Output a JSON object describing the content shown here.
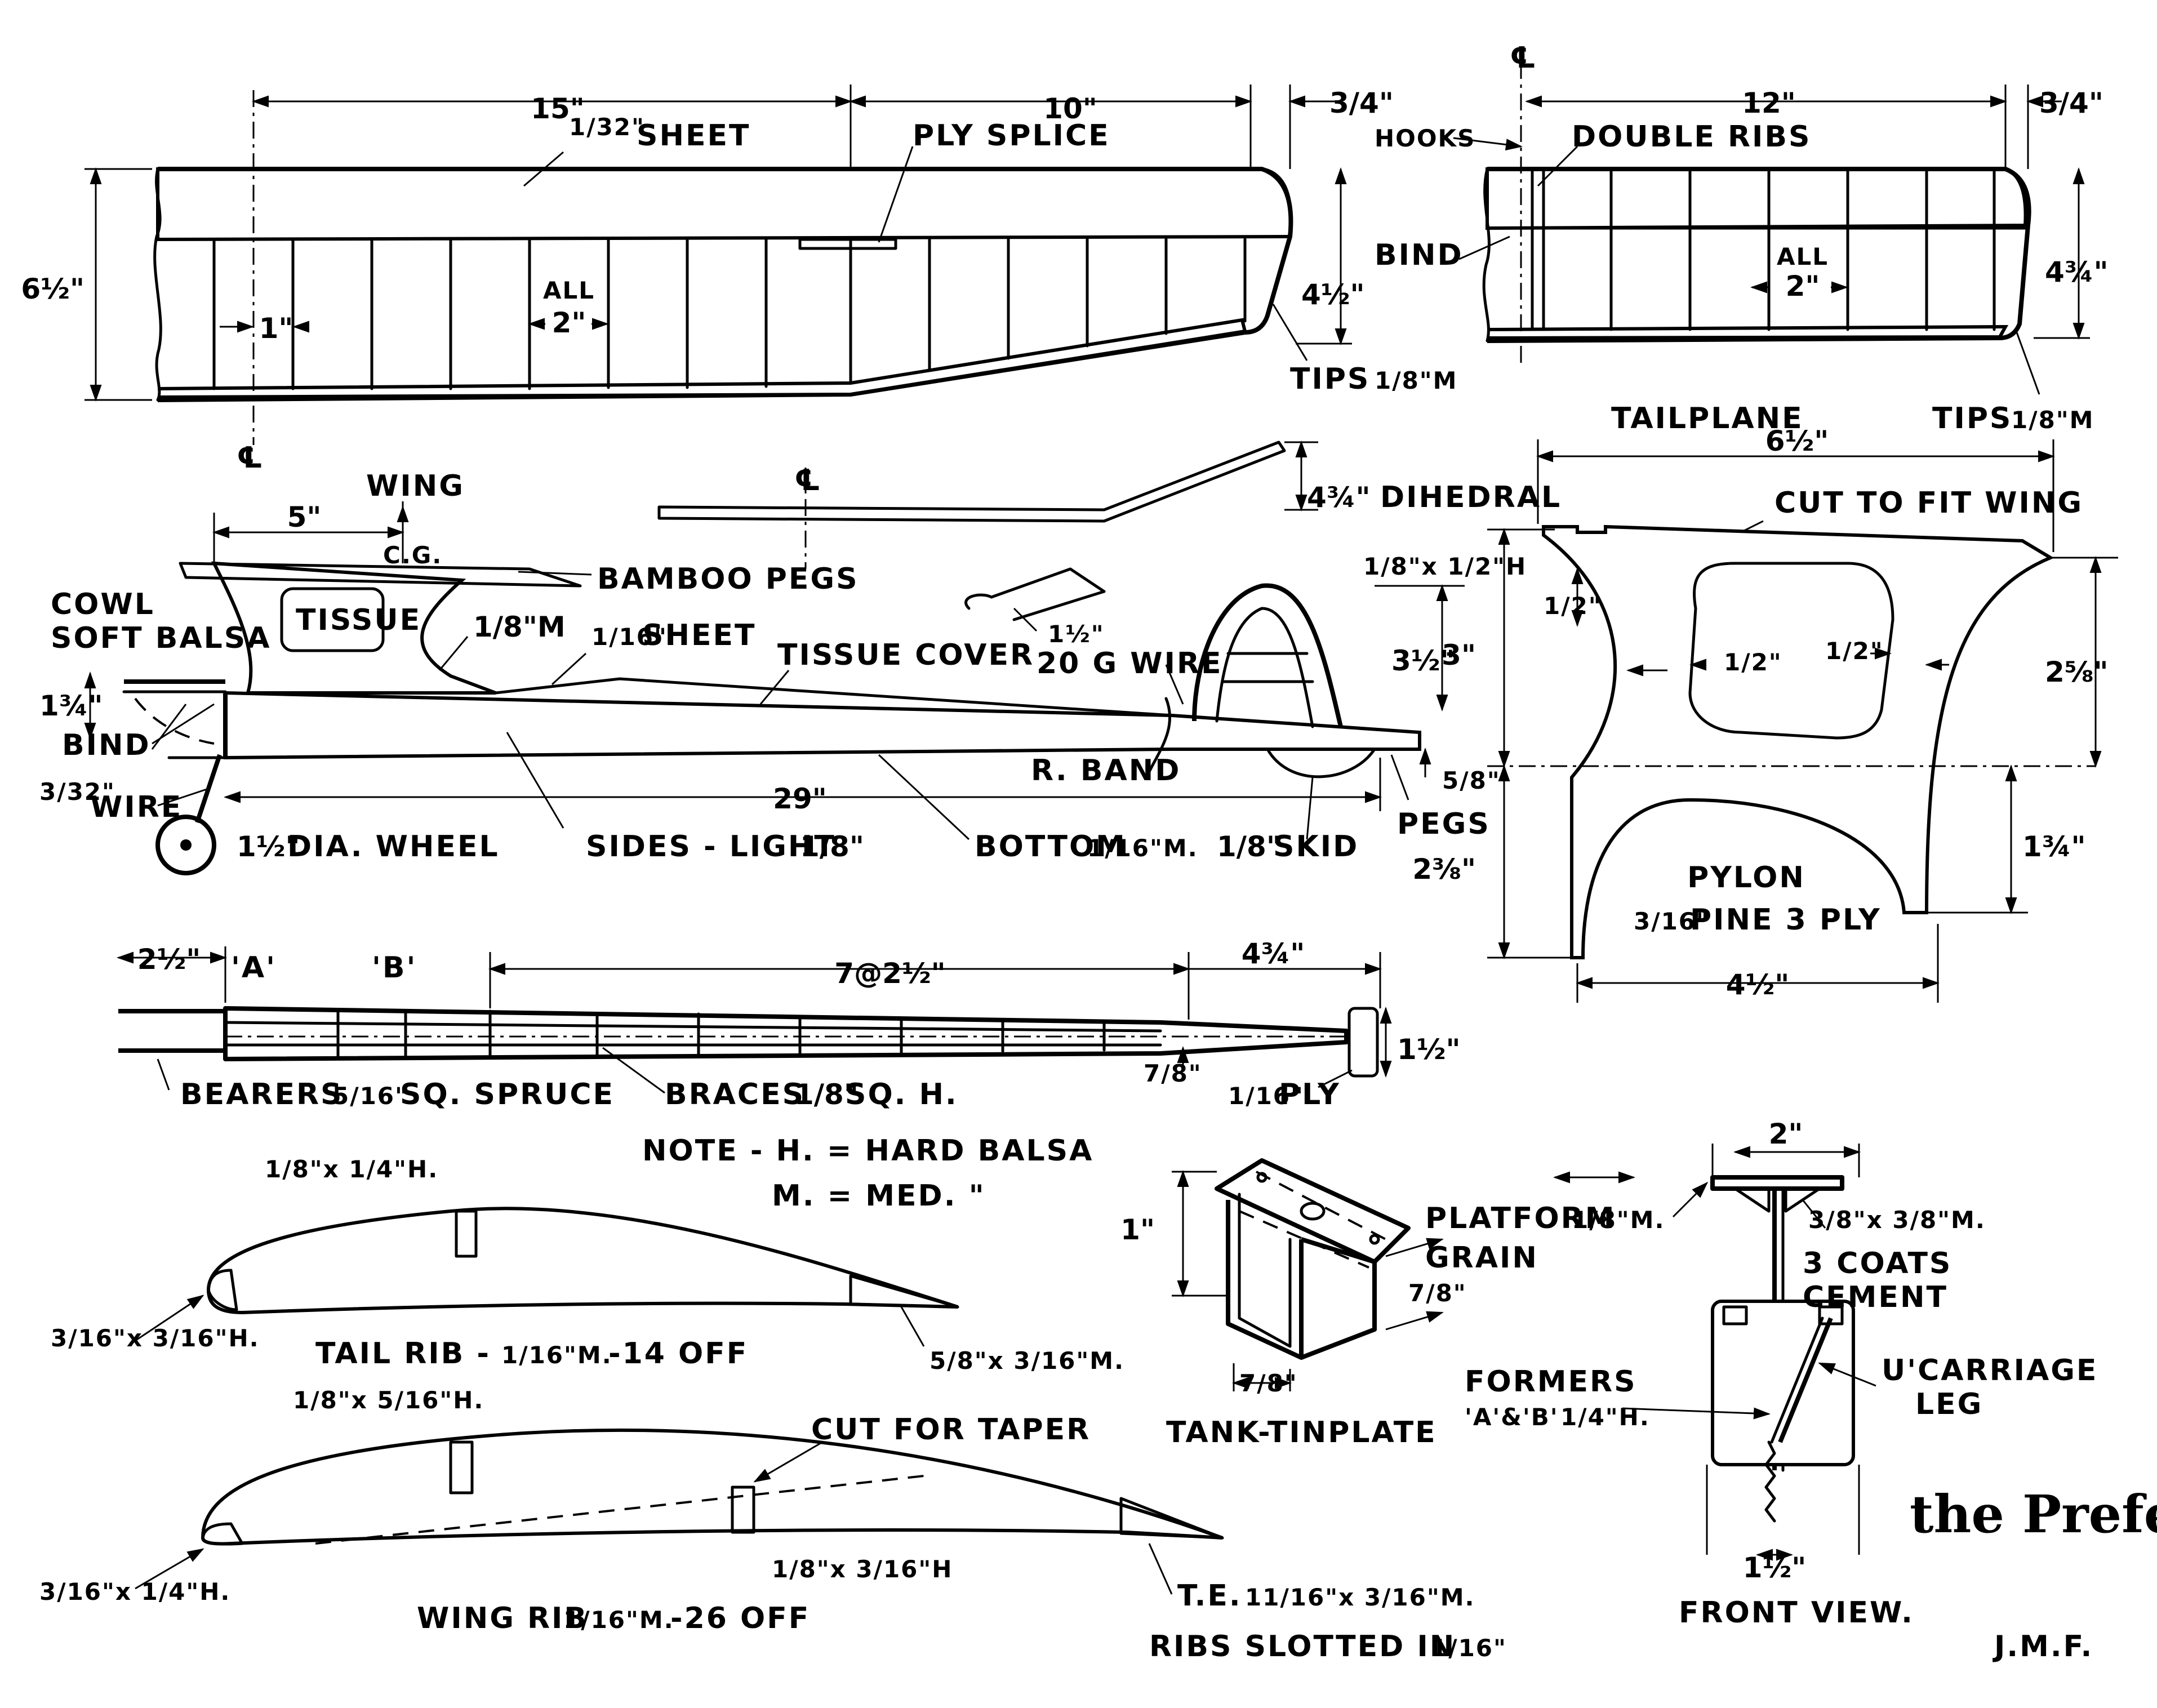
{
  "wing": {
    "title": "WING",
    "d_15": "15\"",
    "d_10": "10\"",
    "d_3_4": "3/4\"",
    "d_6_1_2": "6½\"",
    "d_4_1_2": "4½\"",
    "d_1": "1\"",
    "all": "ALL",
    "d_2": "2\"",
    "sheet_frac": "1/32\"",
    "sheet": "SHEET",
    "ply_splice": "PLY SPLICE",
    "tips_frac": "1/8\"M",
    "tips": "TIPS",
    "centre_line": "℄",
    "dihedral_frac": "4¾\"",
    "dihedral": "DIHEDRAL"
  },
  "tailplane": {
    "title": "TAILPLANE",
    "d_12": "12\"",
    "d_3_4": "3/4\"",
    "d_4_3_4": "4¾\"",
    "hooks": "HOOKS",
    "double_ribs": "DOUBLE RIBS",
    "bind": "BIND",
    "all": "ALL",
    "d_2": "2\"",
    "tips": "TIPS",
    "tips_frac": "1/8\"M",
    "centre_line": "℄"
  },
  "fuselage": {
    "d_5": "5\"",
    "cg": "C.G.",
    "bamboo_pegs": "BAMBOO PEGS",
    "cowl": "COWL",
    "soft_balsa": "SOFT BALSA",
    "tissue": "TISSUE",
    "m_frac": "1/8\"M",
    "sheet_frac": "1/16\"",
    "sheet": "SHEET",
    "tissue_cover": "TISSUE COVER",
    "d_1_3_4": "1¾\"",
    "bind": "BIND",
    "wire_frac": "3/32\"",
    "wire": "WIRE",
    "d_29": "29\"",
    "wheel_frac": "1½\"",
    "wheel": "DIA. WHEEL",
    "sides": "SIDES - LIGHT",
    "sides_frac": "1/8\"",
    "bottom": "BOTTOM",
    "bottom_frac": "1/16\"M.",
    "skid_frac": "1/8\"",
    "skid": "SKID",
    "r_band": "R. BAND",
    "pegs": "PEGS",
    "d_5_8": "5/8\"",
    "d_3_1_2": "3½\"",
    "fin_frac": "1/8\"x 1/2\"H",
    "hook_frac": "1½\"",
    "g20_wire": "20 G WIRE"
  },
  "pylon": {
    "title": "PYLON",
    "material_frac": "3/16\"",
    "material": "PINE 3 PLY",
    "d_6_1_2": "6½\"",
    "cut_to_fit": "CUT TO FIT WING",
    "d_3": "3\"",
    "d_1_2_a": "1/2\"",
    "d_1_2_b": "1/2\"",
    "d_1_2_c": "1/2\"",
    "d_2_5_8": "2⅝\"",
    "d_2_3_8": "2⅜\"",
    "d_1_3_4": "1¾\"",
    "d_4_1_2": "4½\""
  },
  "motorstick": {
    "d_2_1_2": "2½\"",
    "a": "'A'",
    "b": "'B'",
    "d_7_at": "7@2½\"",
    "d_4_3_4": "4¾\"",
    "d_1_1_2": "1½\"",
    "d_7_8": "7/8\"",
    "ply_frac": "1/16\"",
    "ply": "PLY",
    "bearers": "BEARERS",
    "bearers_frac": "5/16\"",
    "bearers_mat": "SQ. SPRUCE",
    "braces": "BRACES",
    "braces_frac": "1/8\"",
    "braces_mat": "SQ. H."
  },
  "notes": {
    "line1": "NOTE - H. = HARD BALSA",
    "line2": "M. = MED.     \""
  },
  "tail_rib": {
    "title": "TAIL RIB -",
    "title_frac": "1/16\"M.",
    "title_count": "-14 OFF",
    "spar": "1/8\"x 1/4\"H.",
    "le": "3/16\"x 3/16\"H.",
    "te": "5/8\"x 3/16\"M."
  },
  "wing_rib": {
    "title": "WING RIB",
    "title_frac": "1/16\"M.",
    "title_count": "-26 OFF",
    "spar_top": "1/8\"x 5/16\"H.",
    "cut_for_taper": "CUT FOR TAPER",
    "spar_mid": "1/8\"x 3/16\"H",
    "le": "3/16\"x 1/4\"H.",
    "te": "T.E.",
    "te_frac": "11/16\"x 3/16\"M.",
    "slotted": "RIBS SLOTTED IN",
    "slotted_frac": "1/16\""
  },
  "tank": {
    "title": "TANK-TINPLATE",
    "d_1": "1\"",
    "d_7_8_a": "7/8\"",
    "d_7_8_b": "7/8\""
  },
  "front_view": {
    "title": "FRONT VIEW.",
    "d_2": "2\"",
    "platform": "PLATFORM",
    "platform_frac": "1/8\"M.",
    "grain": "GRAIN",
    "fillet": "3/8\"x 3/8\"M.",
    "coats": "3 COATS",
    "cement": "CEMENT",
    "formers": "FORMERS",
    "formers_ab": "'A'&'B'",
    "formers_frac": "1/4\"H.",
    "u_carriage": "U'CARRIAGE",
    "leg": "LEG",
    "d_1_1_2": "1½\""
  },
  "brand": "the Prefect",
  "initials": "J.M.F."
}
